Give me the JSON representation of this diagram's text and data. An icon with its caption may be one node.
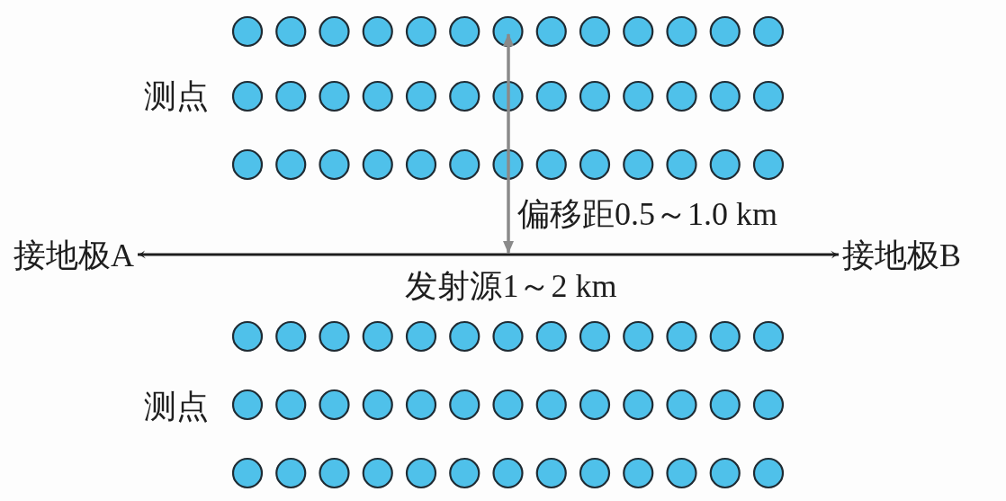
{
  "diagram": {
    "nodes": [
      {
        "text": [
          "接地极A"
        ]
      },
      {
        "text": [
          "接地极B"
        ]
      }
    ],
    "edges": [
      {
        "from": 0,
        "to": 1,
        "arrow": "both",
        "label": "发射源1～2 km"
      }
    ],
    "labels": [
      "测点",
      "偏移距0.5～1.0 km",
      "测点"
    ]
  }
}
